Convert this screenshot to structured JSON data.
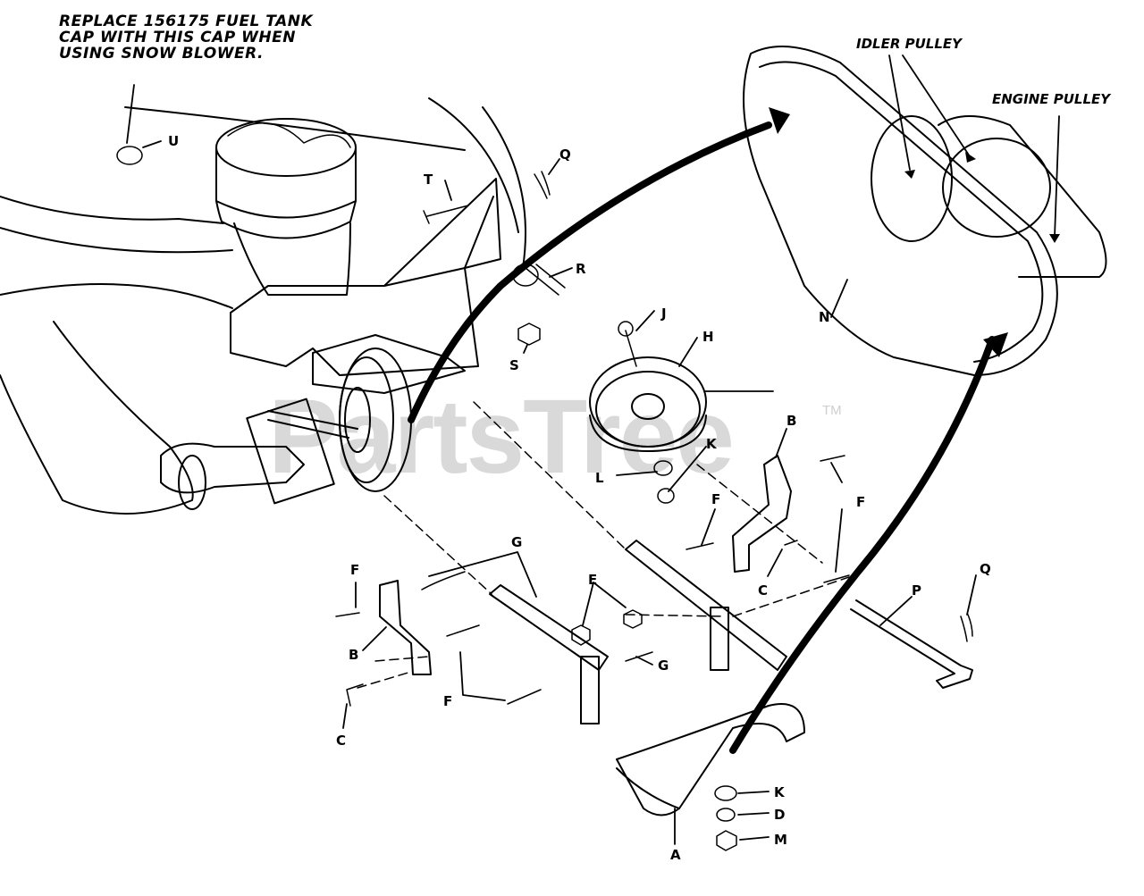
{
  "note": "REPLACE 156175 FUEL TANK\nCAP WITH THIS CAP WHEN\nUSING SNOW BLOWER.",
  "watermark": "PartsTree",
  "watermark_tm": "TM",
  "callouts": {
    "idler_pulley": "IDLER PULLEY",
    "engine_pulley": "ENGINE PULLEY"
  },
  "part_labels": {
    "U": "U",
    "Q_top": "Q",
    "T": "T",
    "R": "R",
    "J": "J",
    "H": "H",
    "S": "S",
    "N": "N",
    "B_right": "B",
    "K_mid": "K",
    "L": "L",
    "F_mid": "F",
    "F_right": "F",
    "G_top": "G",
    "E": "E",
    "C_right": "C",
    "Q_right": "Q",
    "P": "P",
    "F_left": "F",
    "B_left": "B",
    "G_mid": "G",
    "F_bottom": "F",
    "C_left": "C",
    "K_bottom": "K",
    "D": "D",
    "M": "M",
    "A": "A"
  }
}
